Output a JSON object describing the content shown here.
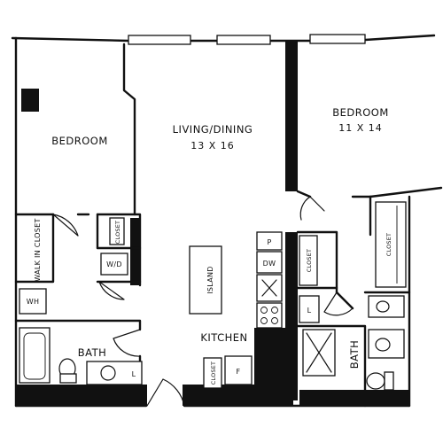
{
  "rooms": {
    "bedroom_left": {
      "name": "BEDROOM"
    },
    "living_dining": {
      "name": "LIVING/DINING",
      "dimensions": "13 X 16"
    },
    "bedroom_right": {
      "name": "BEDROOM",
      "dimensions": "11 X 14"
    },
    "kitchen": {
      "name": "KITCHEN"
    },
    "bath_left": {
      "name": "BATH"
    },
    "bath_right": {
      "name": "BATH"
    }
  },
  "fixtures": {
    "walk_in_closet": "WALK IN CLOSET",
    "closet": "CLOSET",
    "washer_dryer": "W/D",
    "water_heater": "WH",
    "island": "ISLAND",
    "fridge": "F",
    "dishwasher": "DW",
    "pantry": "P",
    "linen": "L"
  },
  "colors": {
    "ink": "#111111",
    "paper": "#ffffff"
  }
}
